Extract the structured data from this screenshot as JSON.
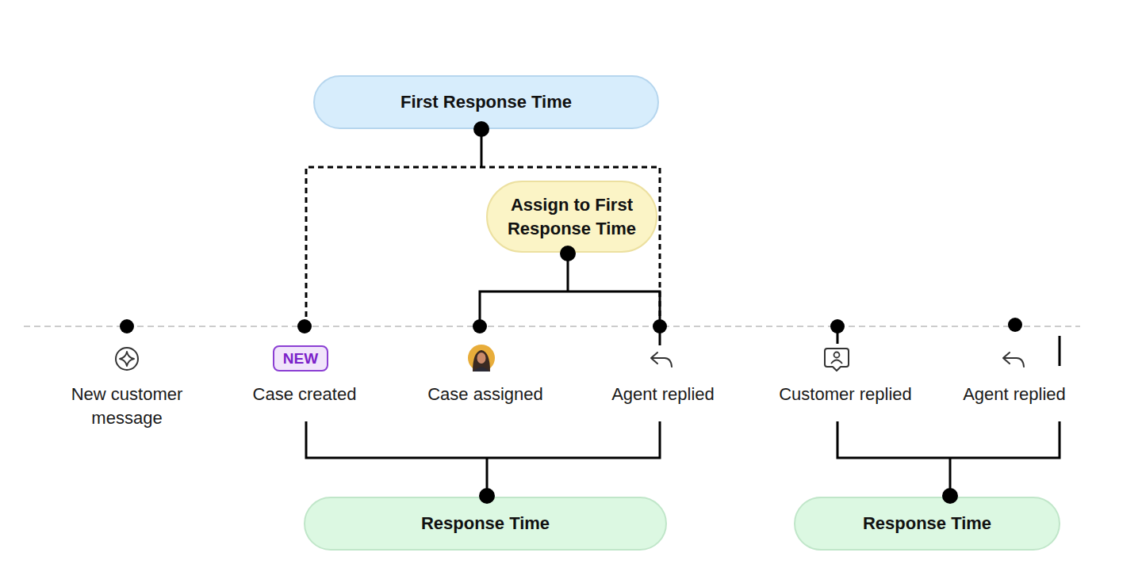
{
  "diagram": {
    "nodes": [
      {
        "text": [
          "First Response Time"
        ]
      },
      {
        "text": [
          "Assign to First Response Time"
        ]
      },
      {
        "text": [
          "NEW"
        ]
      },
      {
        "text": [
          "Response Time"
        ]
      },
      {
        "text": [
          "Response Time"
        ]
      }
    ],
    "labels": [
      "New customer message",
      "Case created",
      "Case assigned",
      "Agent replied",
      "Customer replied",
      "Agent replied"
    ]
  }
}
